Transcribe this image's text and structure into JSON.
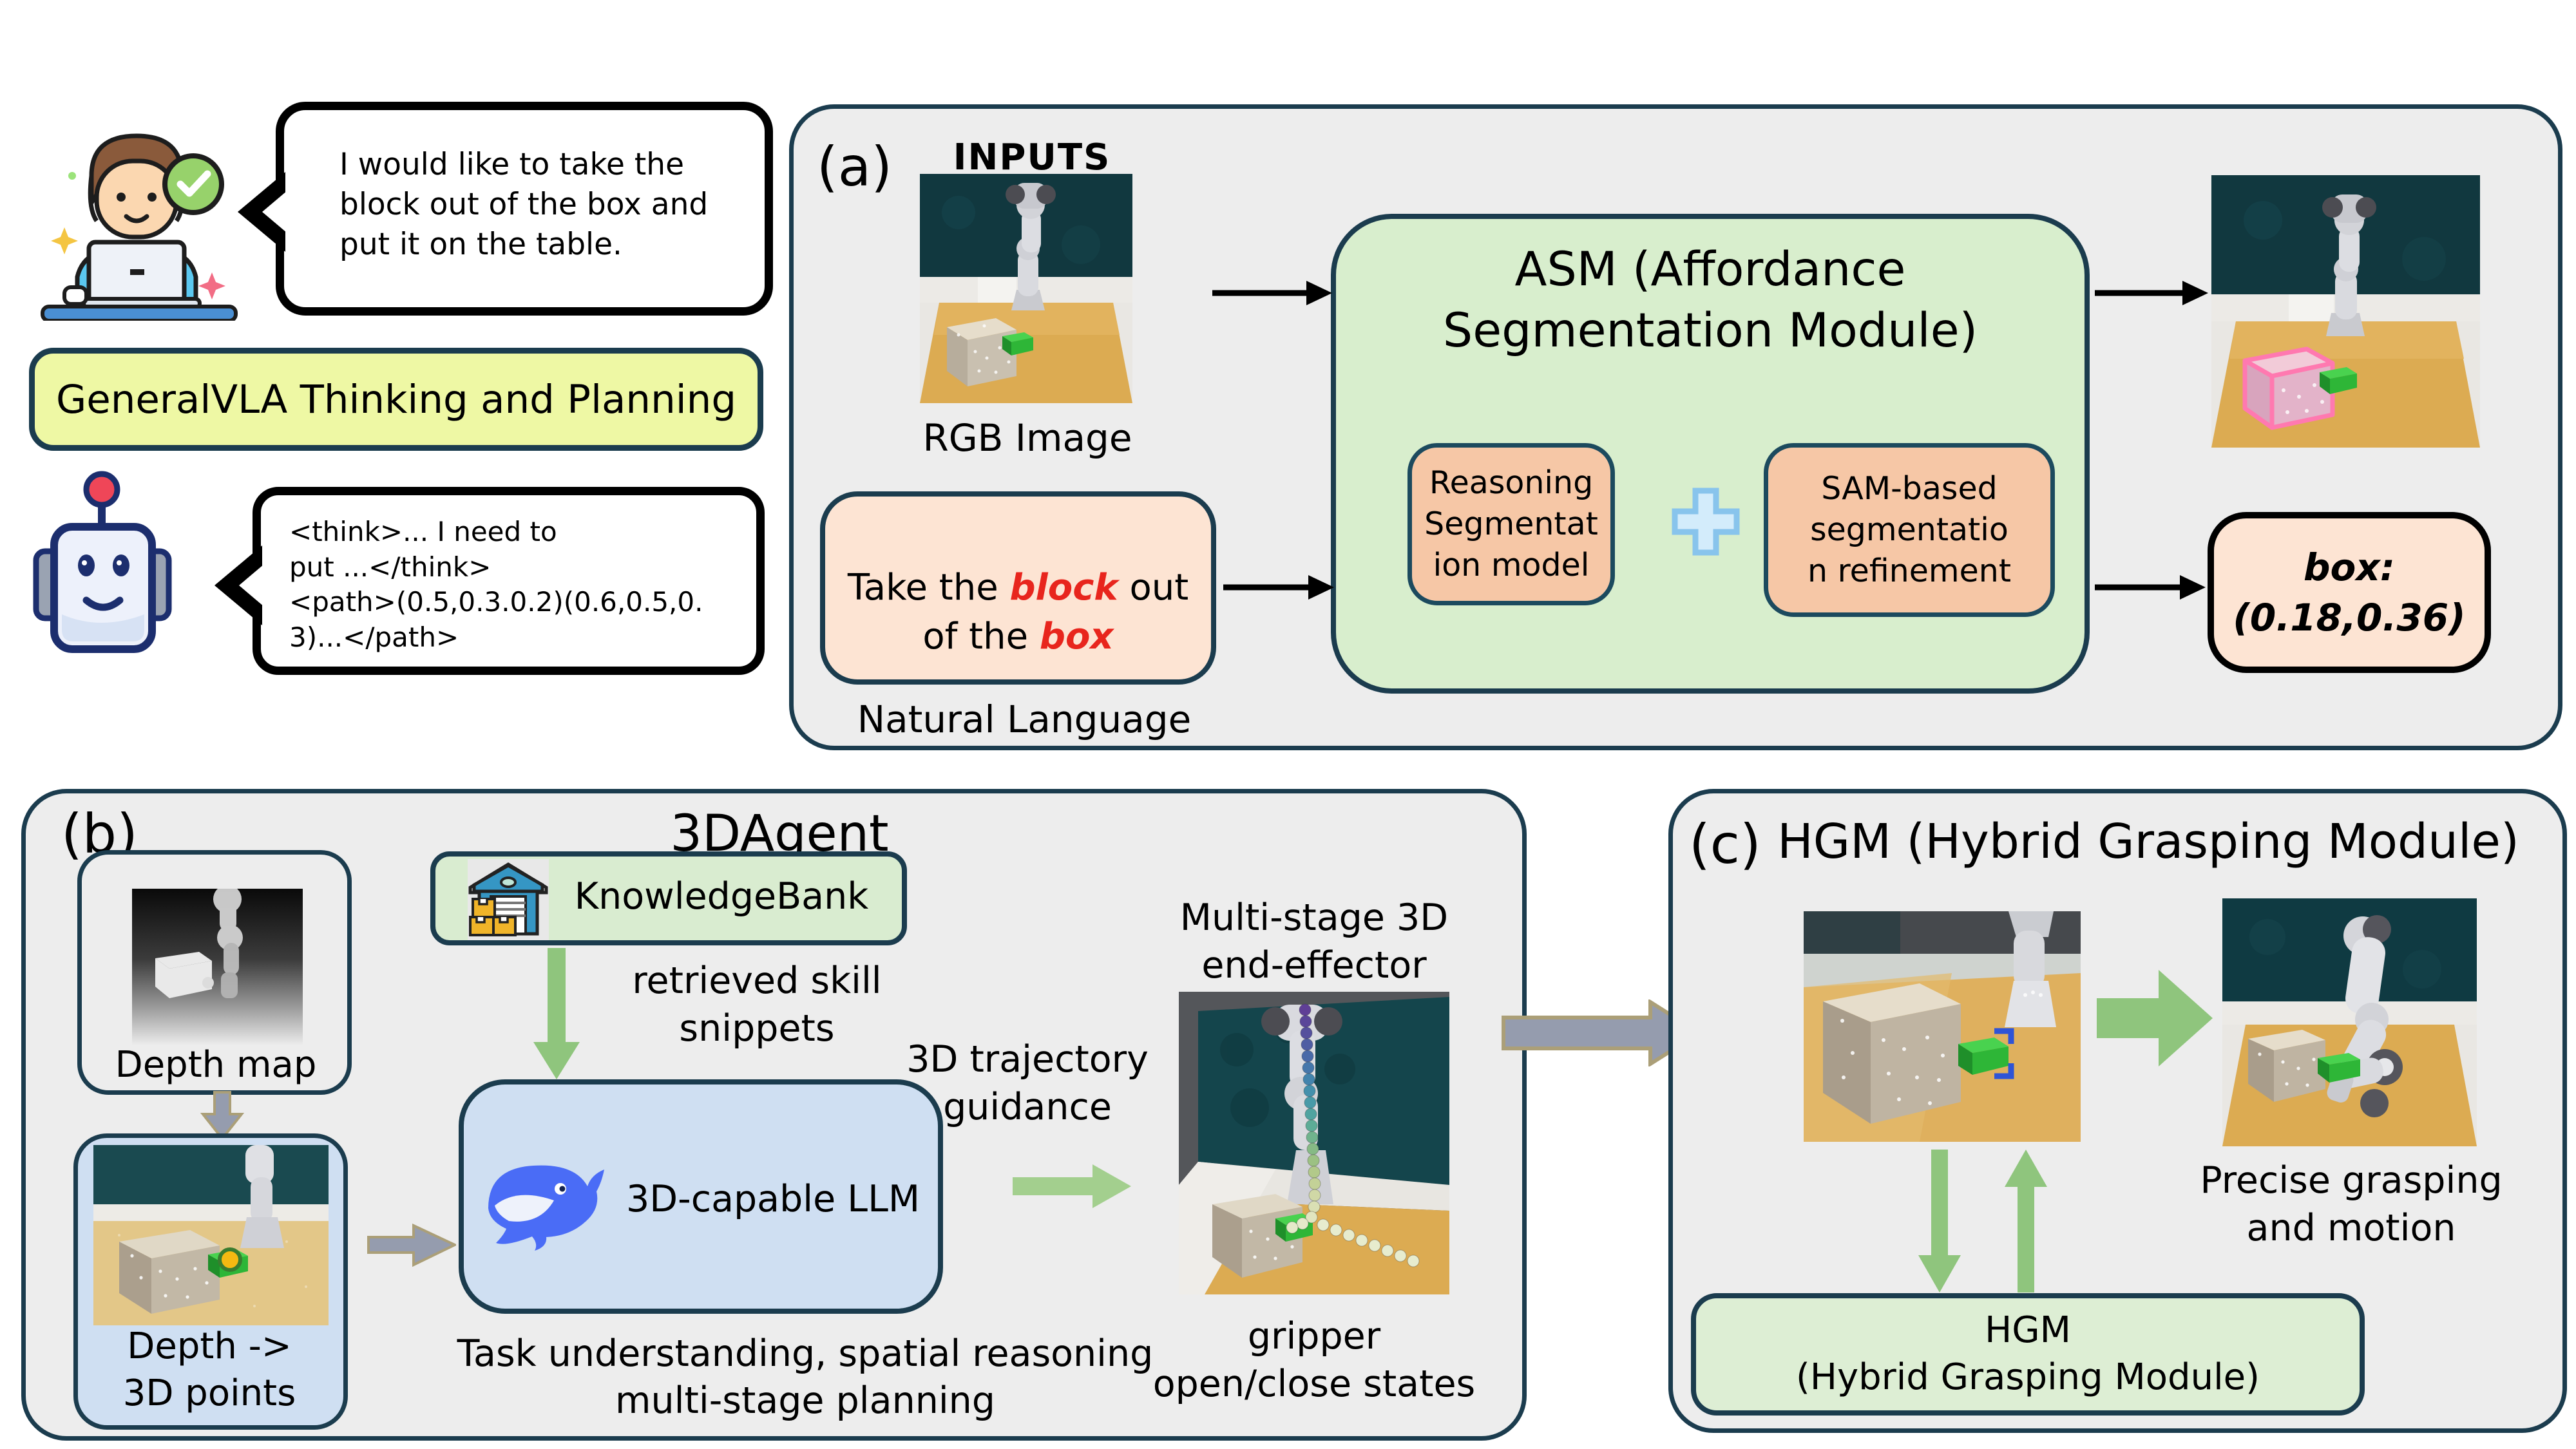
{
  "figure": {
    "user": {
      "user_message": "I would like to take the\nblock out of the box and\nput it on the table.",
      "banner": "GeneralVLA Thinking and Planning",
      "robot_message": "<think>... I need to\nput ...</think>\n<path>(0.5,0.3.0.2)(0.6,0.5,0.\n3)...</path>"
    },
    "panel_a": {
      "label": "(a)",
      "inputs_heading": "INPUTS",
      "rgb_caption": "RGB Image",
      "instruction": {
        "t1": "Take the ",
        "hl1": "block",
        "t2": " out\nof the ",
        "hl2": "box"
      },
      "nl_caption": "Natural Language",
      "asm_title": "ASM (Affordance\nSegmentation Module)",
      "reasoning_module": "Reasoning\nSegmentat\nion model",
      "sam_module": "SAM-based\nsegmentatio\nn refinement",
      "result": "box:\n(0.18,0.36)"
    },
    "panel_b": {
      "label": "(b)",
      "title": "3DAgent",
      "depth_caption": "Depth map",
      "points_caption": "Depth ->\n3D points",
      "knowledge_bank": "KnowledgeBank",
      "retrieved": "retrieved skill\nsnippets",
      "llm": "3D-capable LLM",
      "guidance": "3D trajectory\nguidance",
      "multistage": "Multi-stage 3D\nend-effector",
      "gripper": "gripper\nopen/close states",
      "task_caption": "Task understanding,  spatial reasoning\nmulti-stage planning"
    },
    "panel_c": {
      "label": "(c)",
      "title": "HGM (Hybrid Grasping Module)",
      "precise": "Precise grasping\nand motion",
      "hgm_box": "HGM\n(Hybrid Grasping Module)"
    },
    "colors": {
      "panel_border": "#1b3c4e",
      "panel_bg": "#ededed",
      "asm_green": "#d8eecd",
      "module_peach": "#f6c7a6",
      "result_peach": "#fde4d3",
      "banner_yellow": "#eef8a4",
      "kb_green": "#d9ecd0",
      "llm_blue": "#cfdff2",
      "hgm_green": "#ddeed4",
      "highlight_red": "#e8251d",
      "whale_blue": "#4a6cf6",
      "arrow_green": "#97c57f",
      "arrow_gray": "#959cae",
      "plus_blue": "#d3ecfb"
    }
  }
}
